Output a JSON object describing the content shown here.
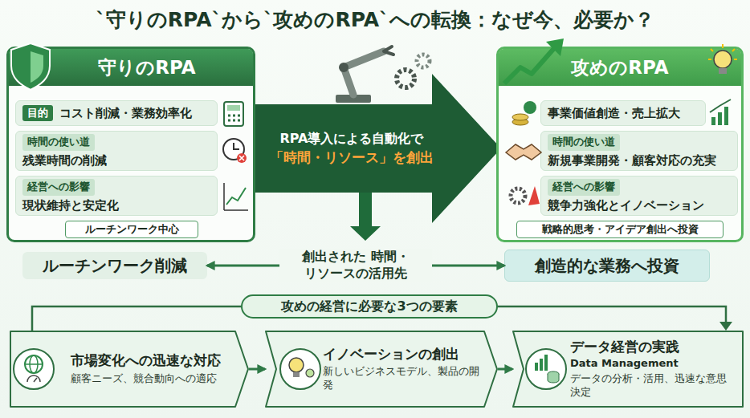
{
  "diagram": {
    "title": "`守りのRPA`から`攻めのRPA`への転換：なぜ今、必要か？",
    "nodes": [
      {
        "text": [
          "守りのRPA"
        ]
      },
      {
        "text": [
          "目的",
          "コスト削減・業務効率化"
        ],
        "in": 0
      },
      {
        "text": [
          "時間の使い道",
          "残業時間の削減"
        ],
        "in": 0
      },
      {
        "text": [
          "経営への影響",
          "現状維持と安定化"
        ],
        "in": 0
      },
      {
        "text": [
          "ルーチンワーク中心"
        ],
        "in": 0
      },
      {
        "text": [
          "RPA導入による自動化で",
          "「時間・リソース」を創出"
        ]
      },
      {
        "text": [
          "攻めのRPA"
        ]
      },
      {
        "text": [
          "事業価値創造・売上拡大"
        ],
        "in": 6
      },
      {
        "text": [
          "時間の使い道",
          "新規事業開発・顧客対応の充実"
        ],
        "in": 6
      },
      {
        "text": [
          "経営への影響",
          "競争力強化とイノベーション"
        ],
        "in": 6
      },
      {
        "text": [
          "戦略的思考・アイデア創出へ投資"
        ],
        "in": 6
      },
      {
        "text": [
          "ルーチンワーク削減"
        ]
      },
      {
        "text": [
          "創造的な業務へ投資"
        ]
      },
      {
        "text": [
          "攻めの経営に必要な3つの要素"
        ]
      },
      {
        "text": [
          "市場変化への迅速な対応",
          "顧客ニーズ、競合動向への適応"
        ]
      },
      {
        "text": [
          "イノベーションの創出",
          "新しいビジネスモデル、製品の開発"
        ]
      },
      {
        "text": [
          "データ経営の実践",
          "Data Management",
          "データの分析・活用、迅速な意思決定"
        ]
      }
    ],
    "edges": [
      {
        "from": 11,
        "to": 12,
        "label": "創出された 時間・リソースの活用先",
        "arrow": "both"
      },
      {
        "from": 14,
        "to": 15,
        "arrow": "to"
      },
      {
        "from": 15,
        "to": 16,
        "arrow": "to"
      }
    ]
  }
}
